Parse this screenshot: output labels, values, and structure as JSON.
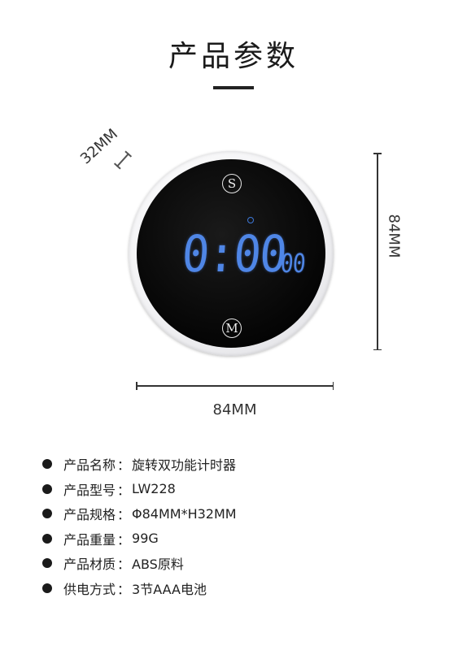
{
  "title": "产品参数",
  "dimensions": {
    "depth": "32MM",
    "height": "84MM",
    "width": "84MM"
  },
  "device": {
    "top_button": "S",
    "bottom_button": "M",
    "display_main": "0:00",
    "display_small": "00",
    "display_color": "#4f86e6"
  },
  "specs": [
    {
      "label": "产品名称",
      "sep": "：",
      "value": "旋转双功能计时器"
    },
    {
      "label": "产品型号",
      "sep": "：",
      "value": "LW228"
    },
    {
      "label": "产品规格",
      "sep": "：",
      "value": "Φ84MM*H32MM"
    },
    {
      "label": "产品重量",
      "sep": "：",
      "value": "99G"
    },
    {
      "label": "产品材质",
      "sep": "：",
      "value": "ABS原料"
    },
    {
      "label": "供电方式",
      "sep": "：",
      "value": "3节AAA电池"
    }
  ]
}
